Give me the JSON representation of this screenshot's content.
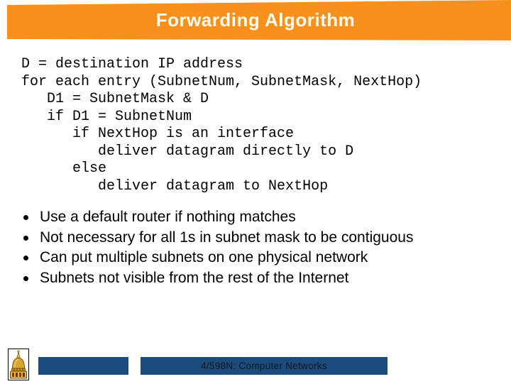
{
  "header": {
    "title": "Forwarding Algorithm"
  },
  "code": {
    "lines": [
      "D = destination IP address",
      "for each entry (SubnetNum, SubnetMask, NextHop)",
      "   D1 = SubnetMask & D",
      "   if D1 = SubnetNum",
      "      if NextHop is an interface",
      "         deliver datagram directly to D",
      "      else",
      "         deliver datagram to NextHop"
    ]
  },
  "bullets": {
    "items": [
      "Use a default router if nothing matches",
      "Not necessary for all 1s in subnet mask to be contiguous",
      "Can put multiple subnets on one physical network",
      "Subnets not visible from the rest of the Internet"
    ]
  },
  "footer": {
    "course_label": "4/598N: Computer Networks",
    "logo": "golden-dome-logo"
  },
  "colors": {
    "header_bg": "#F8901D",
    "footer_bar": "#1B4B7C",
    "title_text": "#FFFDF2",
    "body_text": "#000000"
  }
}
